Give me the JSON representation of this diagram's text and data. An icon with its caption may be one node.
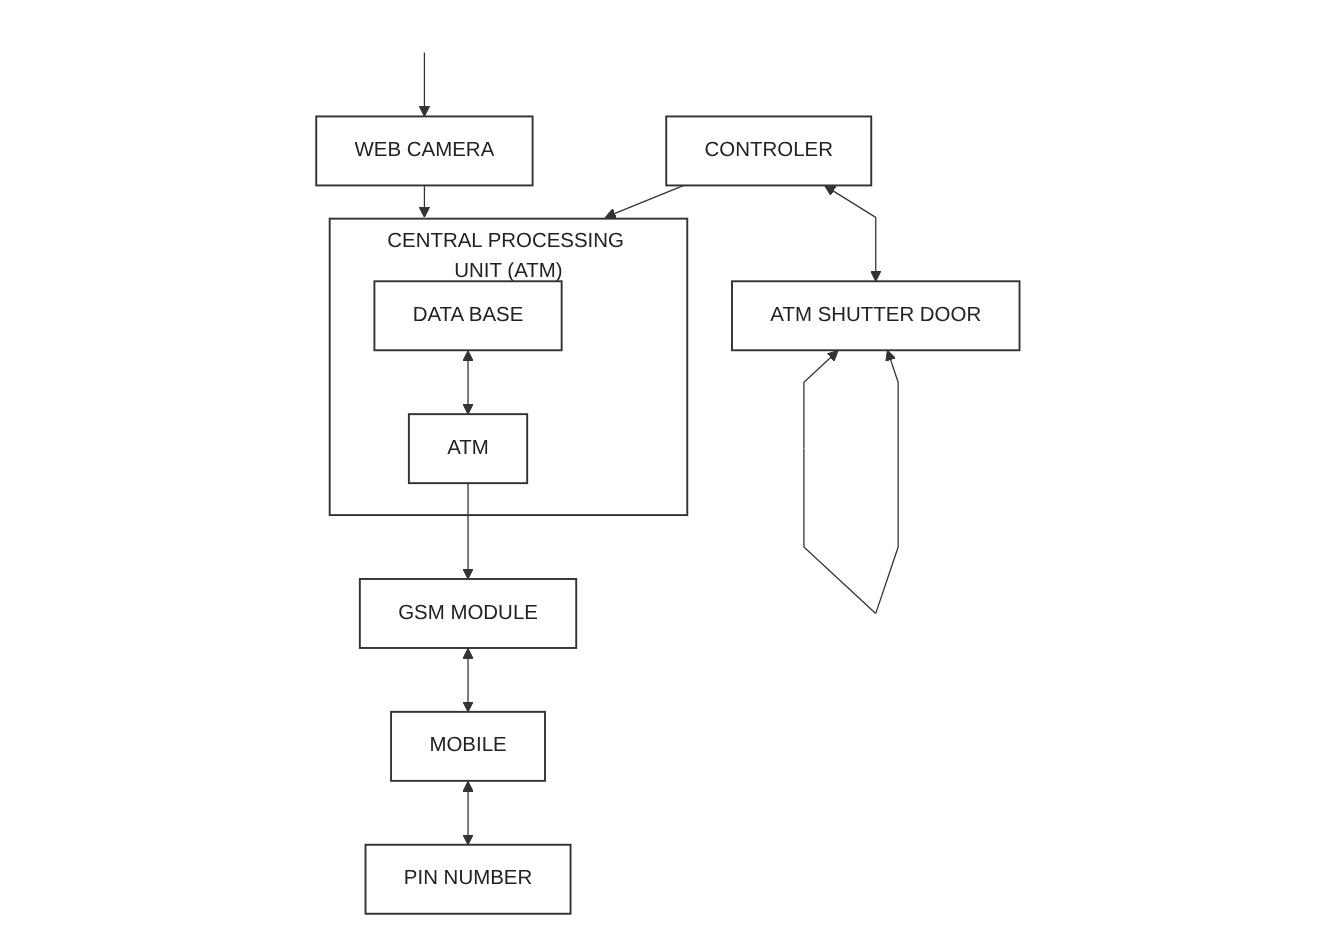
{
  "diagram": {
    "nodes": [
      {
        "text": [
          "CONTROLER"
        ]
      },
      {
        "text": [
          "WEB CAMERA"
        ]
      },
      {
        "text": [
          "CENTRAL PROCESSING UNIT (ATM)"
        ]
      },
      {
        "text": [
          "GSM MODULE"
        ]
      },
      {
        "text": [
          "DATA BASE"
        ],
        "in": 2
      },
      {
        "text": [
          "MOBILE"
        ]
      },
      {
        "text": [
          "ATM"
        ],
        "in": 2
      },
      {
        "text": [
          "ATM SHUTTER DOOR"
        ]
      },
      {
        "text": [
          "PIN NUMBER"
        ]
      }
    ],
    "edges": [
      {
        "from": null,
        "to": 1,
        "arrow": "to"
      },
      {
        "from": 1,
        "to": 2,
        "arrow": "to"
      },
      {
        "from": 0,
        "to": 2,
        "arrow": "to"
      },
      {
        "from": 0,
        "to": 7,
        "arrow": "both"
      },
      {
        "from": 3,
        "to": 5,
        "arrow": "both"
      },
      {
        "from": 6,
        "to": 3,
        "arrow": "to"
      },
      {
        "from": 4,
        "to": 6,
        "arrow": "both"
      },
      {
        "from": 5,
        "to": 8,
        "arrow": "both"
      },
      {
        "from": 7,
        "to": 7,
        "arrow": "both"
      }
    ]
  }
}
